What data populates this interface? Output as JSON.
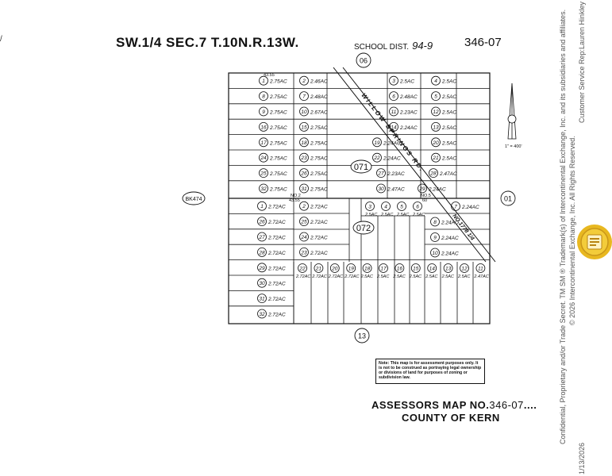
{
  "header": {
    "title": "SW.1/4 SEC.7 T.10N.R.13W.",
    "school_label": "SCHOOL DIST.",
    "school_value": "94-9",
    "map_number": "346-07"
  },
  "book_label": "BK474",
  "scale_label": "1\" = 400'",
  "adjacent_maps": {
    "top": "06",
    "right": "01",
    "bottom": "13"
  },
  "road_label": "WILLOW SPRINGS RD.",
  "road_label_2": "NO.1778 1/4",
  "blocks": [
    "071",
    "072"
  ],
  "survey_marks": {
    "top": "43.55",
    "mid_left": "NO.2\n43.55",
    "mid_right": "NO.5\n60"
  },
  "parcels_upper_left": [
    {
      "n": "1",
      "ac": "2.75AC"
    },
    {
      "n": "2",
      "ac": "2.46AC"
    },
    {
      "n": "8",
      "ac": "2.75AC"
    },
    {
      "n": "7",
      "ac": "2.48AC"
    },
    {
      "n": "9",
      "ac": "2.75AC"
    },
    {
      "n": "10",
      "ac": "2.67AC"
    },
    {
      "n": "16",
      "ac": "2.75AC"
    },
    {
      "n": "15",
      "ac": "2.75AC"
    },
    {
      "n": "17",
      "ac": "2.75AC"
    },
    {
      "n": "18",
      "ac": "2.75AC"
    },
    {
      "n": "24",
      "ac": "2.75AC"
    },
    {
      "n": "23",
      "ac": "2.75AC"
    },
    {
      "n": "25",
      "ac": "2.75AC"
    },
    {
      "n": "26",
      "ac": "2.75AC"
    },
    {
      "n": "32",
      "ac": "2.75AC"
    },
    {
      "n": "31",
      "ac": "2.75AC"
    }
  ],
  "parcels_upper_right": [
    {
      "n": "3",
      "ac": "2.5AC"
    },
    {
      "n": "4",
      "ac": "2.5AC"
    },
    {
      "n": "6",
      "ac": "2.48AC"
    },
    {
      "n": "5",
      "ac": "2.5AC"
    },
    {
      "n": "11",
      "ac": "2.23AC"
    },
    {
      "n": "12",
      "ac": "2.5AC"
    },
    {
      "n": "14",
      "ac": "2.24AC"
    },
    {
      "n": "13",
      "ac": "2.5AC"
    },
    {
      "n": "19",
      "ac": "2.24AC"
    },
    {
      "n": "20",
      "ac": "2.5AC"
    },
    {
      "n": "22",
      "ac": "2.24AC"
    },
    {
      "n": "21",
      "ac": "2.5AC"
    },
    {
      "n": "27",
      "ac": "2.23AC"
    },
    {
      "n": "28",
      "ac": "2.47AC"
    },
    {
      "n": "30",
      "ac": "2.47AC"
    },
    {
      "n": "29",
      "ac": "2.24AC"
    }
  ],
  "parcels_lower_left": [
    {
      "n": "1",
      "ac": "2.72AC"
    },
    {
      "n": "2",
      "ac": "2.72AC"
    },
    {
      "n": "26",
      "ac": "2.72AC"
    },
    {
      "n": "25",
      "ac": "2.72AC"
    },
    {
      "n": "27",
      "ac": "2.72AC"
    },
    {
      "n": "24",
      "ac": "2.72AC"
    },
    {
      "n": "28",
      "ac": "2.72AC"
    },
    {
      "n": "23",
      "ac": "2.72AC"
    },
    {
      "n": "29",
      "ac": "2.72AC"
    },
    {
      "n": "30",
      "ac": "2.72AC"
    },
    {
      "n": "31",
      "ac": "2.72AC"
    },
    {
      "n": "32",
      "ac": "2.72AC"
    }
  ],
  "parcels_lower_small": [
    {
      "n": "3",
      "ac": "2.5AC"
    },
    {
      "n": "4",
      "ac": "2.5AC"
    },
    {
      "n": "5",
      "ac": "2.5AC"
    },
    {
      "n": "6",
      "ac": "2.5AC"
    }
  ],
  "parcels_lower_right": [
    {
      "n": "7",
      "ac": "2.24AC"
    },
    {
      "n": "8",
      "ac": "2.24AC"
    },
    {
      "n": "9",
      "ac": "2.24AC"
    },
    {
      "n": "10",
      "ac": "2.24AC"
    }
  ],
  "parcels_bottom_row": [
    {
      "n": "22",
      "ac": "2.72AC"
    },
    {
      "n": "21",
      "ac": "2.72AC"
    },
    {
      "n": "20",
      "ac": "2.72AC"
    },
    {
      "n": "19",
      "ac": "2.72AC"
    },
    {
      "n": "18",
      "ac": "2.5AC"
    },
    {
      "n": "17",
      "ac": "2.5AC"
    },
    {
      "n": "16",
      "ac": "2.5AC"
    },
    {
      "n": "15",
      "ac": "2.5AC"
    },
    {
      "n": "14",
      "ac": "2.5AC"
    },
    {
      "n": "13",
      "ac": "2.5AC"
    },
    {
      "n": "12",
      "ac": "2.5AC"
    },
    {
      "n": "11",
      "ac": "2.47AC"
    }
  ],
  "note": "Note: This map is for assessment purposes only. It is not to be construed as portraying legal ownership or divisions of land for purposes of zoning or subdivision law.",
  "footer": {
    "assessor_label": "ASSESSORS MAP NO.",
    "assessor_number": "346-07",
    "county": "COUNTY OF KERN"
  },
  "side_text": {
    "confidential": "Confidential, Proprietary and/or Trade Secret.  TM SM ® Trademark(s) of Intercontinental Exchange, Inc. and its subsidiaries and affiliates.",
    "copyright": "© 2026 Intercontinental Exchange, Inc. All Rights Reserved.",
    "rep_label": "Customer Service Rep:",
    "rep_name": "Lauren Hinkley",
    "date": "1/13/2026"
  },
  "edge_mark": "/"
}
